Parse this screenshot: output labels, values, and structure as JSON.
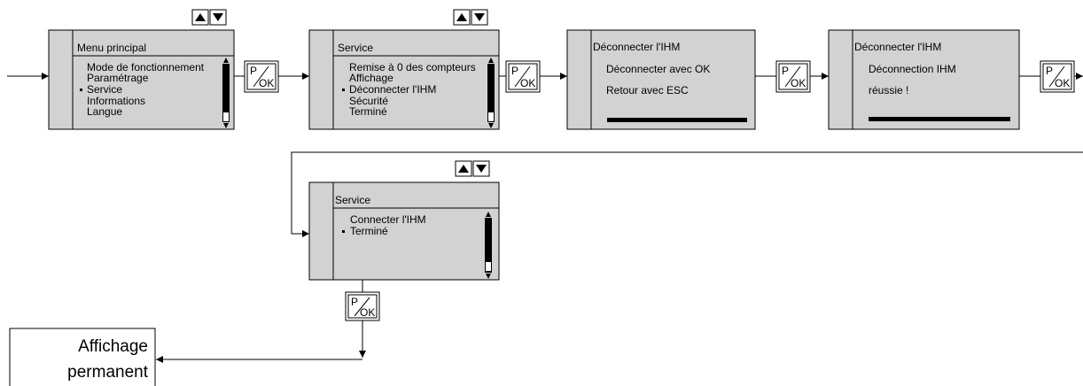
{
  "screens": [
    {
      "title": "Menu principal",
      "items": [
        "Mode de fonctionnement",
        "Paramétrage",
        "Service",
        "Informations",
        "Langue"
      ],
      "selected_index": 2,
      "has_arrow_keys": true,
      "has_scrollbar": true
    },
    {
      "title": "Service",
      "items": [
        "Remise à 0 des compteurs",
        "Affichage",
        "Déconnecter l'IHM",
        "Sécurité",
        "Terminé"
      ],
      "selected_index": 2,
      "has_arrow_keys": true,
      "has_scrollbar": true
    },
    {
      "title": "Déconnecter l'IHM",
      "lines": [
        "Déconnecter avec OK",
        "Retour avec ESC"
      ],
      "has_progress_bar": true
    },
    {
      "title": "Déconnecter l'IHM",
      "lines": [
        "Déconnection IHM",
        "réussie !"
      ],
      "has_progress_bar": true
    },
    {
      "title": "Service",
      "items": [
        "Connecter l'IHM",
        "Terminé"
      ],
      "selected_index": 1,
      "has_arrow_keys": true,
      "has_scrollbar": true
    }
  ],
  "pok_key": {
    "top": "P",
    "bottom": "OK"
  },
  "final_box": {
    "line1": "Affichage",
    "line2": "permanent"
  },
  "icons": [
    "up-arrow-key-icon",
    "down-arrow-key-icon",
    "p-ok-key-icon",
    "scrollbar-icon",
    "selection-bullet-icon"
  ]
}
